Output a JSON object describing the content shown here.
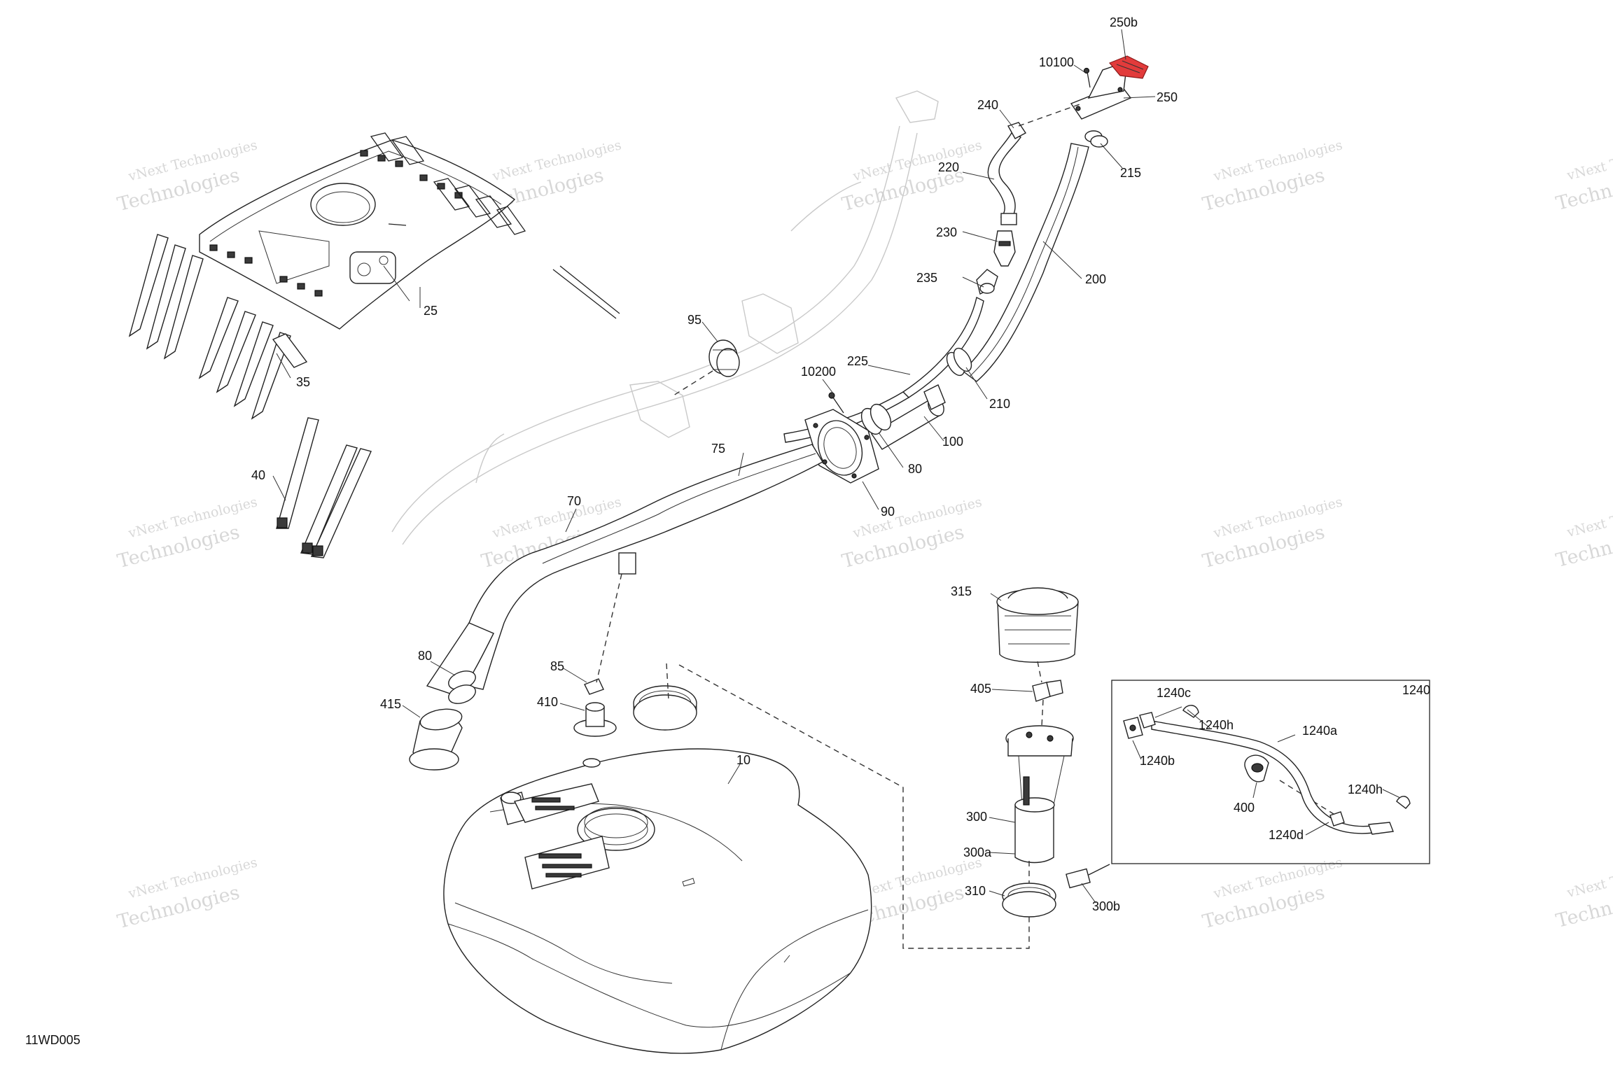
{
  "diagram_code": "11WD005",
  "watermark": {
    "line1": "vNext Technologies",
    "line2": "Technologies"
  },
  "inset_title": "1240",
  "accent_color": "#e23b3b",
  "callouts": {
    "c250b": "250b",
    "c10100": "10100",
    "c250": "250",
    "c240": "240",
    "c215": "215",
    "c220": "220",
    "c230": "230",
    "c235": "235",
    "c200": "200",
    "c25": "25",
    "c35": "35",
    "c40": "40",
    "c95": "95",
    "c10200": "10200",
    "c225": "225",
    "c210": "210",
    "c100": "100",
    "c80a": "80",
    "c75": "75",
    "c90": "90",
    "c70": "70",
    "c80b": "80",
    "c415": "415",
    "c85": "85",
    "c410": "410",
    "c10": "10",
    "c315": "315",
    "c405": "405",
    "c300": "300",
    "c300a": "300a",
    "c310": "310",
    "c300b": "300b",
    "c1240c": "1240c",
    "c1240h1": "1240h",
    "c1240b": "1240b",
    "c1240a": "1240a",
    "c400": "400",
    "c1240h2": "1240h",
    "c1240d": "1240d"
  }
}
